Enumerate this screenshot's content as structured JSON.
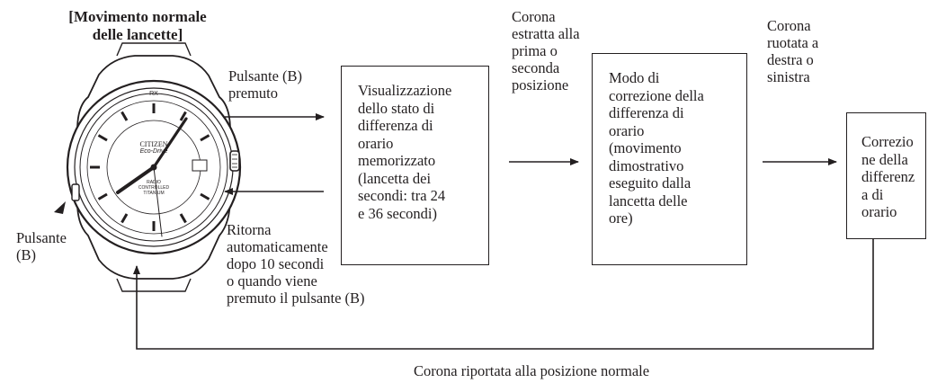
{
  "title": "[Movimento normale\ndelle lancette]",
  "watch": {
    "brand": "CITIZEN",
    "line": "Eco-Drive",
    "dial_text": "RADIO CONTROLLED\nTITANIUM",
    "top_marker": "RX"
  },
  "button_label": "Pulsante\n(B)",
  "arrows": {
    "press": "Pulsante (B)\npremuto",
    "return_auto": "Ritorna\nautomaticamente\ndopo 10 secondi\no quando viene\npremuto il pulsante (B)",
    "crown_pulled": "Corona\nestratta alla\nprima o\nseconda\nposizione",
    "crown_turned": "Corona\nruotata a\ndestra o\nsinistra",
    "crown_return": "Corona riportata alla posizione normale"
  },
  "boxes": [
    {
      "text": "Visualizzazione\ndello stato di\ndifferenza di\norario\nmemorizzato\n(lancetta dei\nsecondi: tra 24\ne 36 secondi)"
    },
    {
      "text": "Modo di\ncorrezione della\ndifferenza di\norario\n(movimento\ndimostrativo\neseguito dalla\nlancetta delle\nore)"
    },
    {
      "text": "Correzio\nne della\ndifferenz\na di\norario"
    }
  ]
}
